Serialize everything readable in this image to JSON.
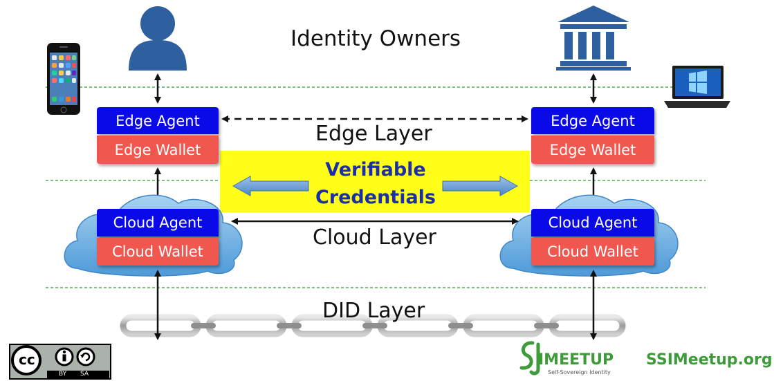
{
  "diagram": {
    "title": "Identity Owners",
    "layers": {
      "edge": "Edge Layer",
      "cloud": "Cloud Layer",
      "did": "DID Layer"
    },
    "left_stack": {
      "edge_agent": "Edge Agent",
      "edge_wallet": "Edge Wallet",
      "cloud_agent": "Cloud Agent",
      "cloud_wallet": "Cloud Wallet"
    },
    "right_stack": {
      "edge_agent": "Edge Agent",
      "edge_wallet": "Edge Wallet",
      "cloud_agent": "Cloud Agent",
      "cloud_wallet": "Cloud Wallet"
    },
    "verifiable_credentials": {
      "line1": "Verifiable",
      "line2": "Credentials"
    }
  },
  "footer": {
    "license_badge": {
      "cc": "cc",
      "by": "BY",
      "sa": "SA"
    },
    "meetup_logo": "IMEETUP",
    "meetup_tagline": "Self-Sovereign Identity",
    "site": "SSIMeetup.org"
  },
  "colors": {
    "agent_blue": "#0a0ae8",
    "wallet_red": "#f0584f",
    "vc_yellow": "#ffff1a",
    "vc_text": "#1c2fa4",
    "brand_green": "#3f9a3a",
    "person_blue": "#2e5f9e"
  },
  "icons": [
    "person-icon",
    "bank-icon",
    "smartphone-icon",
    "laptop-icon",
    "cloud-icon",
    "chain-icon",
    "creative-commons-icon"
  ]
}
